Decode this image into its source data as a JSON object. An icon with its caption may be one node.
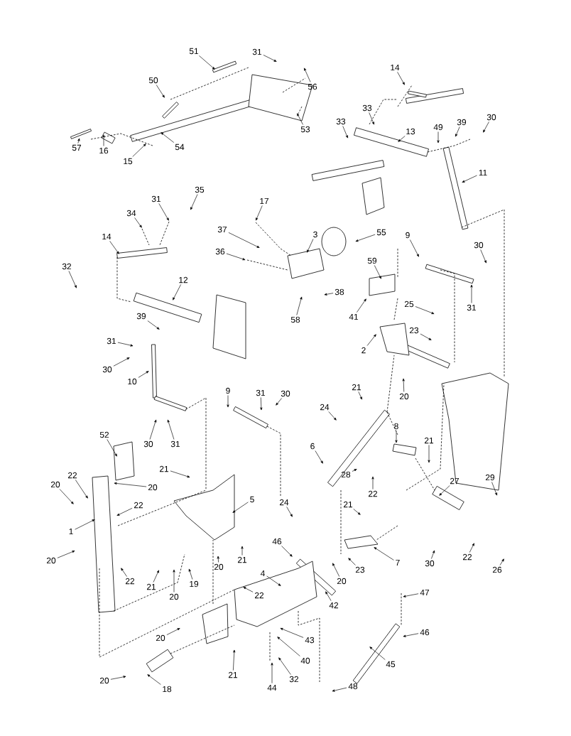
{
  "diagram": {
    "nodes": [
      {
        "text": [
          "51"
        ]
      },
      {
        "text": [
          "31"
        ]
      },
      {
        "text": [
          "56"
        ]
      },
      {
        "text": [
          "50"
        ]
      },
      {
        "text": [
          "14"
        ]
      },
      {
        "text": [
          "53"
        ]
      },
      {
        "text": [
          "33"
        ]
      },
      {
        "text": [
          "33"
        ]
      },
      {
        "text": [
          "13"
        ]
      },
      {
        "text": [
          "49"
        ]
      },
      {
        "text": [
          "39"
        ]
      },
      {
        "text": [
          "30"
        ]
      },
      {
        "text": [
          "57"
        ]
      },
      {
        "text": [
          "16"
        ]
      },
      {
        "text": [
          "15"
        ]
      },
      {
        "text": [
          "54"
        ]
      },
      {
        "text": [
          "11"
        ]
      },
      {
        "text": [
          "17"
        ]
      },
      {
        "text": [
          "31"
        ]
      },
      {
        "text": [
          "35"
        ]
      },
      {
        "text": [
          "34"
        ]
      },
      {
        "text": [
          "37"
        ]
      },
      {
        "text": [
          "3"
        ]
      },
      {
        "text": [
          "55"
        ]
      },
      {
        "text": [
          "14"
        ]
      },
      {
        "text": [
          "36"
        ]
      },
      {
        "text": [
          "9"
        ]
      },
      {
        "text": [
          "30"
        ]
      },
      {
        "text": [
          "32"
        ]
      },
      {
        "text": [
          "12"
        ]
      },
      {
        "text": [
          "59"
        ]
      },
      {
        "text": [
          "38"
        ]
      },
      {
        "text": [
          "31"
        ]
      },
      {
        "text": [
          "58"
        ]
      },
      {
        "text": [
          "41"
        ]
      },
      {
        "text": [
          "25"
        ]
      },
      {
        "text": [
          "39"
        ]
      },
      {
        "text": [
          "23"
        ]
      },
      {
        "text": [
          "31"
        ]
      },
      {
        "text": [
          "2"
        ]
      },
      {
        "text": [
          "30"
        ]
      },
      {
        "text": [
          "10"
        ]
      },
      {
        "text": [
          "20"
        ]
      },
      {
        "text": [
          "9"
        ]
      },
      {
        "text": [
          "31"
        ]
      },
      {
        "text": [
          "30"
        ]
      },
      {
        "text": [
          "21"
        ]
      },
      {
        "text": [
          "24"
        ]
      },
      {
        "text": [
          "30"
        ]
      },
      {
        "text": [
          "31"
        ]
      },
      {
        "text": [
          "52"
        ]
      },
      {
        "text": [
          "6"
        ]
      },
      {
        "text": [
          "8"
        ]
      },
      {
        "text": [
          "21"
        ]
      },
      {
        "text": [
          "21"
        ]
      },
      {
        "text": [
          "22"
        ]
      },
      {
        "text": [
          "20"
        ]
      },
      {
        "text": [
          "20"
        ]
      },
      {
        "text": [
          "28"
        ]
      },
      {
        "text": [
          "22"
        ]
      },
      {
        "text": [
          "27"
        ]
      },
      {
        "text": [
          "29"
        ]
      },
      {
        "text": [
          "5"
        ]
      },
      {
        "text": [
          "22"
        ]
      },
      {
        "text": [
          "1"
        ]
      },
      {
        "text": [
          "24"
        ]
      },
      {
        "text": [
          "21"
        ]
      },
      {
        "text": [
          "20"
        ]
      },
      {
        "text": [
          "46"
        ]
      },
      {
        "text": [
          "7"
        ]
      },
      {
        "text": [
          "30"
        ]
      },
      {
        "text": [
          "22"
        ]
      },
      {
        "text": [
          "26"
        ]
      },
      {
        "text": [
          "20"
        ]
      },
      {
        "text": [
          "21"
        ]
      },
      {
        "text": [
          "22"
        ]
      },
      {
        "text": [
          "21"
        ]
      },
      {
        "text": [
          "20"
        ]
      },
      {
        "text": [
          "19"
        ]
      },
      {
        "text": [
          "23"
        ]
      },
      {
        "text": [
          "20"
        ]
      },
      {
        "text": [
          "4"
        ]
      },
      {
        "text": [
          "22"
        ]
      },
      {
        "text": [
          "42"
        ]
      },
      {
        "text": [
          "47"
        ]
      },
      {
        "text": [
          "46"
        ]
      },
      {
        "text": [
          "43"
        ]
      },
      {
        "text": [
          "20"
        ]
      },
      {
        "text": [
          "45"
        ]
      },
      {
        "text": [
          "40"
        ]
      },
      {
        "text": [
          "21"
        ]
      },
      {
        "text": [
          "32"
        ]
      },
      {
        "text": [
          "44"
        ]
      },
      {
        "text": [
          "20"
        ]
      },
      {
        "text": [
          "18"
        ]
      },
      {
        "text": [
          "48"
        ]
      }
    ],
    "edges": [
      {
        "from": 0,
        "to": null,
        "arrow": "to"
      },
      {
        "from": 1,
        "to": null,
        "arrow": "to"
      },
      {
        "from": 2,
        "to": null,
        "arrow": "to"
      },
      {
        "from": 3,
        "to": null,
        "arrow": "to"
      },
      {
        "from": 4,
        "to": null,
        "arrow": "to"
      },
      {
        "from": 5,
        "to": null,
        "arrow": "to"
      },
      {
        "from": 6,
        "to": null,
        "arrow": "to"
      },
      {
        "from": 7,
        "to": null,
        "arrow": "to"
      },
      {
        "from": 8,
        "to": null,
        "arrow": "to"
      },
      {
        "from": 9,
        "to": null,
        "arrow": "to"
      },
      {
        "from": 10,
        "to": null,
        "arrow": "to"
      },
      {
        "from": 11,
        "to": null,
        "arrow": "to"
      },
      {
        "from": 12,
        "to": null,
        "arrow": "to"
      },
      {
        "from": 13,
        "to": null,
        "arrow": "to"
      },
      {
        "from": 14,
        "to": null,
        "arrow": "to"
      },
      {
        "from": 15,
        "to": null,
        "arrow": "to"
      },
      {
        "from": 16,
        "to": null,
        "arrow": "to"
      },
      {
        "from": 17,
        "to": null,
        "arrow": "to"
      },
      {
        "from": 18,
        "to": null,
        "arrow": "to"
      },
      {
        "from": 19,
        "to": null,
        "arrow": "to"
      },
      {
        "from": 20,
        "to": null,
        "arrow": "to"
      },
      {
        "from": 21,
        "to": null,
        "arrow": "to"
      },
      {
        "from": 22,
        "to": null,
        "arrow": "to"
      },
      {
        "from": 23,
        "to": null,
        "arrow": "to"
      },
      {
        "from": 24,
        "to": null,
        "arrow": "to"
      },
      {
        "from": 25,
        "to": null,
        "arrow": "to"
      },
      {
        "from": 26,
        "to": null,
        "arrow": "to"
      },
      {
        "from": 27,
        "to": null,
        "arrow": "to"
      },
      {
        "from": 28,
        "to": null,
        "arrow": "to"
      },
      {
        "from": 29,
        "to": null,
        "arrow": "to"
      },
      {
        "from": 30,
        "to": null,
        "arrow": "to"
      },
      {
        "from": 31,
        "to": null,
        "arrow": "to"
      },
      {
        "from": 32,
        "to": null,
        "arrow": "to"
      },
      {
        "from": 33,
        "to": null,
        "arrow": "to"
      },
      {
        "from": 34,
        "to": null,
        "arrow": "to"
      },
      {
        "from": 35,
        "to": null,
        "arrow": "to"
      },
      {
        "from": 36,
        "to": null,
        "arrow": "to"
      },
      {
        "from": 37,
        "to": null,
        "arrow": "to"
      },
      {
        "from": 38,
        "to": null,
        "arrow": "to"
      },
      {
        "from": 39,
        "to": null,
        "arrow": "to"
      },
      {
        "from": 40,
        "to": null,
        "arrow": "to"
      },
      {
        "from": 41,
        "to": null,
        "arrow": "to"
      },
      {
        "from": 42,
        "to": null,
        "arrow": "to"
      },
      {
        "from": 43,
        "to": null,
        "arrow": "to"
      },
      {
        "from": 44,
        "to": null,
        "arrow": "to"
      },
      {
        "from": 45,
        "to": null,
        "arrow": "to"
      },
      {
        "from": 46,
        "to": null,
        "arrow": "to"
      },
      {
        "from": 47,
        "to": null,
        "arrow": "to"
      },
      {
        "from": 48,
        "to": null,
        "arrow": "to"
      },
      {
        "from": 49,
        "to": null,
        "arrow": "to"
      },
      {
        "from": 50,
        "to": null,
        "arrow": "to"
      },
      {
        "from": 51,
        "to": null,
        "arrow": "to"
      },
      {
        "from": 52,
        "to": null,
        "arrow": "to"
      },
      {
        "from": 53,
        "to": null,
        "arrow": "to"
      },
      {
        "from": 54,
        "to": null,
        "arrow": "to"
      },
      {
        "from": 55,
        "to": null,
        "arrow": "to"
      },
      {
        "from": 56,
        "to": null,
        "arrow": "to"
      },
      {
        "from": 57,
        "to": null,
        "arrow": "to"
      },
      {
        "from": 58,
        "to": null,
        "arrow": "to"
      },
      {
        "from": 59,
        "to": null,
        "arrow": "to"
      },
      {
        "from": 60,
        "to": null,
        "arrow": "to"
      },
      {
        "from": 61,
        "to": null,
        "arrow": "to"
      },
      {
        "from": 62,
        "to": null,
        "arrow": "to"
      },
      {
        "from": 63,
        "to": null,
        "arrow": "to"
      },
      {
        "from": 64,
        "to": null,
        "arrow": "to"
      },
      {
        "from": 65,
        "to": null,
        "arrow": "to"
      },
      {
        "from": 66,
        "to": null,
        "arrow": "to"
      },
      {
        "from": 67,
        "to": null,
        "arrow": "to"
      },
      {
        "from": 68,
        "to": null,
        "arrow": "to"
      },
      {
        "from": 69,
        "to": null,
        "arrow": "to"
      },
      {
        "from": 70,
        "to": null,
        "arrow": "to"
      },
      {
        "from": 71,
        "to": null,
        "arrow": "to"
      },
      {
        "from": 72,
        "to": null,
        "arrow": "to"
      },
      {
        "from": 73,
        "to": null,
        "arrow": "to"
      },
      {
        "from": 74,
        "to": null,
        "arrow": "to"
      },
      {
        "from": 75,
        "to": null,
        "arrow": "to"
      },
      {
        "from": 76,
        "to": null,
        "arrow": "to"
      },
      {
        "from": 77,
        "to": null,
        "arrow": "to"
      },
      {
        "from": 78,
        "to": null,
        "arrow": "to"
      },
      {
        "from": 79,
        "to": null,
        "arrow": "to"
      },
      {
        "from": 80,
        "to": null,
        "arrow": "to"
      },
      {
        "from": 81,
        "to": null,
        "arrow": "to"
      },
      {
        "from": 82,
        "to": null,
        "arrow": "to"
      },
      {
        "from": 83,
        "to": null,
        "arrow": "to"
      },
      {
        "from": 84,
        "to": null,
        "arrow": "to"
      },
      {
        "from": 85,
        "to": null,
        "arrow": "to"
      },
      {
        "from": 86,
        "to": null,
        "arrow": "to"
      },
      {
        "from": 87,
        "to": null,
        "arrow": "to"
      },
      {
        "from": 88,
        "to": null,
        "arrow": "to"
      },
      {
        "from": 89,
        "to": null,
        "arrow": "to"
      },
      {
        "from": 90,
        "to": null,
        "arrow": "to"
      },
      {
        "from": 91,
        "to": null,
        "arrow": "to"
      },
      {
        "from": 92,
        "to": null,
        "arrow": "to"
      },
      {
        "from": 93,
        "to": null,
        "arrow": "to"
      },
      {
        "from": 94,
        "to": null,
        "arrow": "to"
      },
      {
        "from": 95,
        "to": null,
        "arrow": "to"
      }
    ]
  }
}
